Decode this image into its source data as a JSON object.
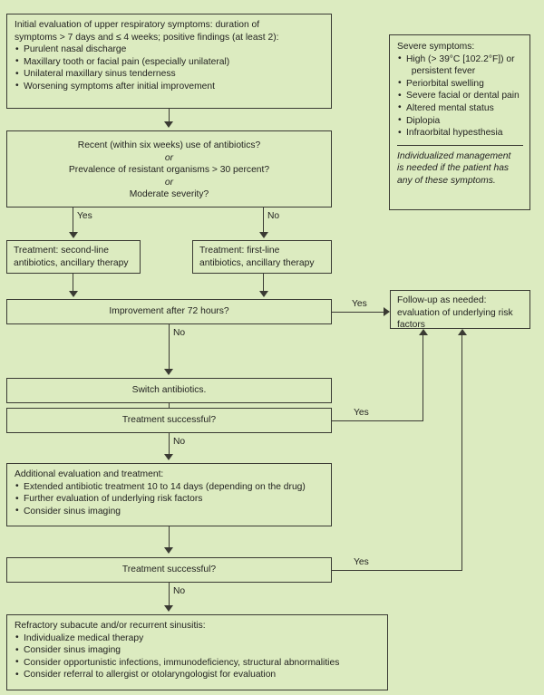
{
  "theme": {
    "background": "#dcebc0",
    "line_color": "#3a3a33",
    "text_color": "#232321"
  },
  "nodes": {
    "initial_evaluation": {
      "title": "Initial evaluation of upper respiratory symptoms: duration of\nsymptoms > 7 days and ≤ 4 weeks; positive findings (at least 2):",
      "bullets": [
        "Purulent nasal discharge",
        "Maxillary tooth or facial pain (especially unilateral)",
        "Unilateral maxillary sinus tenderness",
        "Worsening symptoms after initial improvement"
      ]
    },
    "severe_symptoms": {
      "title": "Severe symptoms:",
      "bullets": [
        "High (> 39°C [102.2°F]) or\n  persistent fever",
        "Periorbital swelling",
        "Severe facial or dental pain",
        "Altered mental status",
        "Diplopia",
        "Infraorbital hypesthesia"
      ],
      "note": "Individualized management\nis needed if the patient has\nany of these symptoms."
    },
    "risk_decision": {
      "text": "Recent (within six weeks) use of antibiotics?\nor\nPrevalence of resistant organisms > 30 percent?\nor\nModerate severity?",
      "line1": "Recent (within six weeks) use of antibiotics?",
      "or1": "or",
      "line2": "Prevalence of resistant organisms > 30 percent?",
      "or2": "or",
      "line3": "Moderate severity?"
    },
    "treatment_second_line": {
      "text": "Treatment: second-line\nantibiotics, ancillary therapy"
    },
    "treatment_first_line": {
      "text": "Treatment: first-line\nantibiotics, ancillary therapy"
    },
    "improvement_72h": {
      "text": "Improvement after 72 hours?"
    },
    "switch_antibiotics": {
      "text": "Switch antibiotics."
    },
    "treatment_successful_1": {
      "text": "Treatment successful?"
    },
    "additional_evaluation": {
      "title": "Additional evaluation and treatment:",
      "bullets": [
        "Extended antibiotic treatment 10 to 14 days (depending on the drug)",
        "Further evaluation of underlying risk factors",
        "Consider sinus imaging"
      ]
    },
    "treatment_successful_2": {
      "text": "Treatment successful?"
    },
    "follow_up": {
      "text": "Follow-up as needed:\nevaluation of underlying risk\nfactors"
    },
    "refractory": {
      "title": "Refractory subacute and/or recurrent sinusitis:",
      "bullets": [
        "Individualize medical therapy",
        "Consider sinus imaging",
        "Consider opportunistic infections, immunodeficiency, structural abnormalities",
        "Consider referral to allergist or otolaryngologist for evaluation"
      ]
    }
  },
  "edge_labels": {
    "risk_yes": "Yes",
    "risk_no": "No",
    "improvement_yes": "Yes",
    "improvement_no": "No",
    "success1_yes": "Yes",
    "success1_no": "No",
    "success2_yes": "Yes",
    "success2_no": "No"
  }
}
